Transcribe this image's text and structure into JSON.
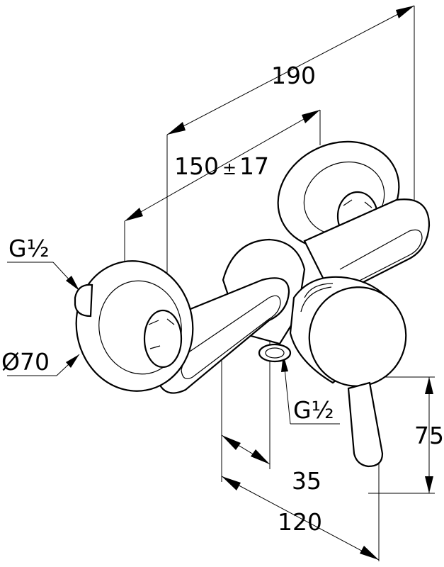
{
  "dimensions": {
    "overall_width": "190",
    "center_distance": "150",
    "tolerance_symbol": "±",
    "center_distance_tolerance": "17",
    "inlet_thread": "G½",
    "rosette_diameter": "Ø70",
    "outlet_thread": "G½",
    "outlet_depth": "35",
    "depth": "120",
    "height": "75"
  }
}
